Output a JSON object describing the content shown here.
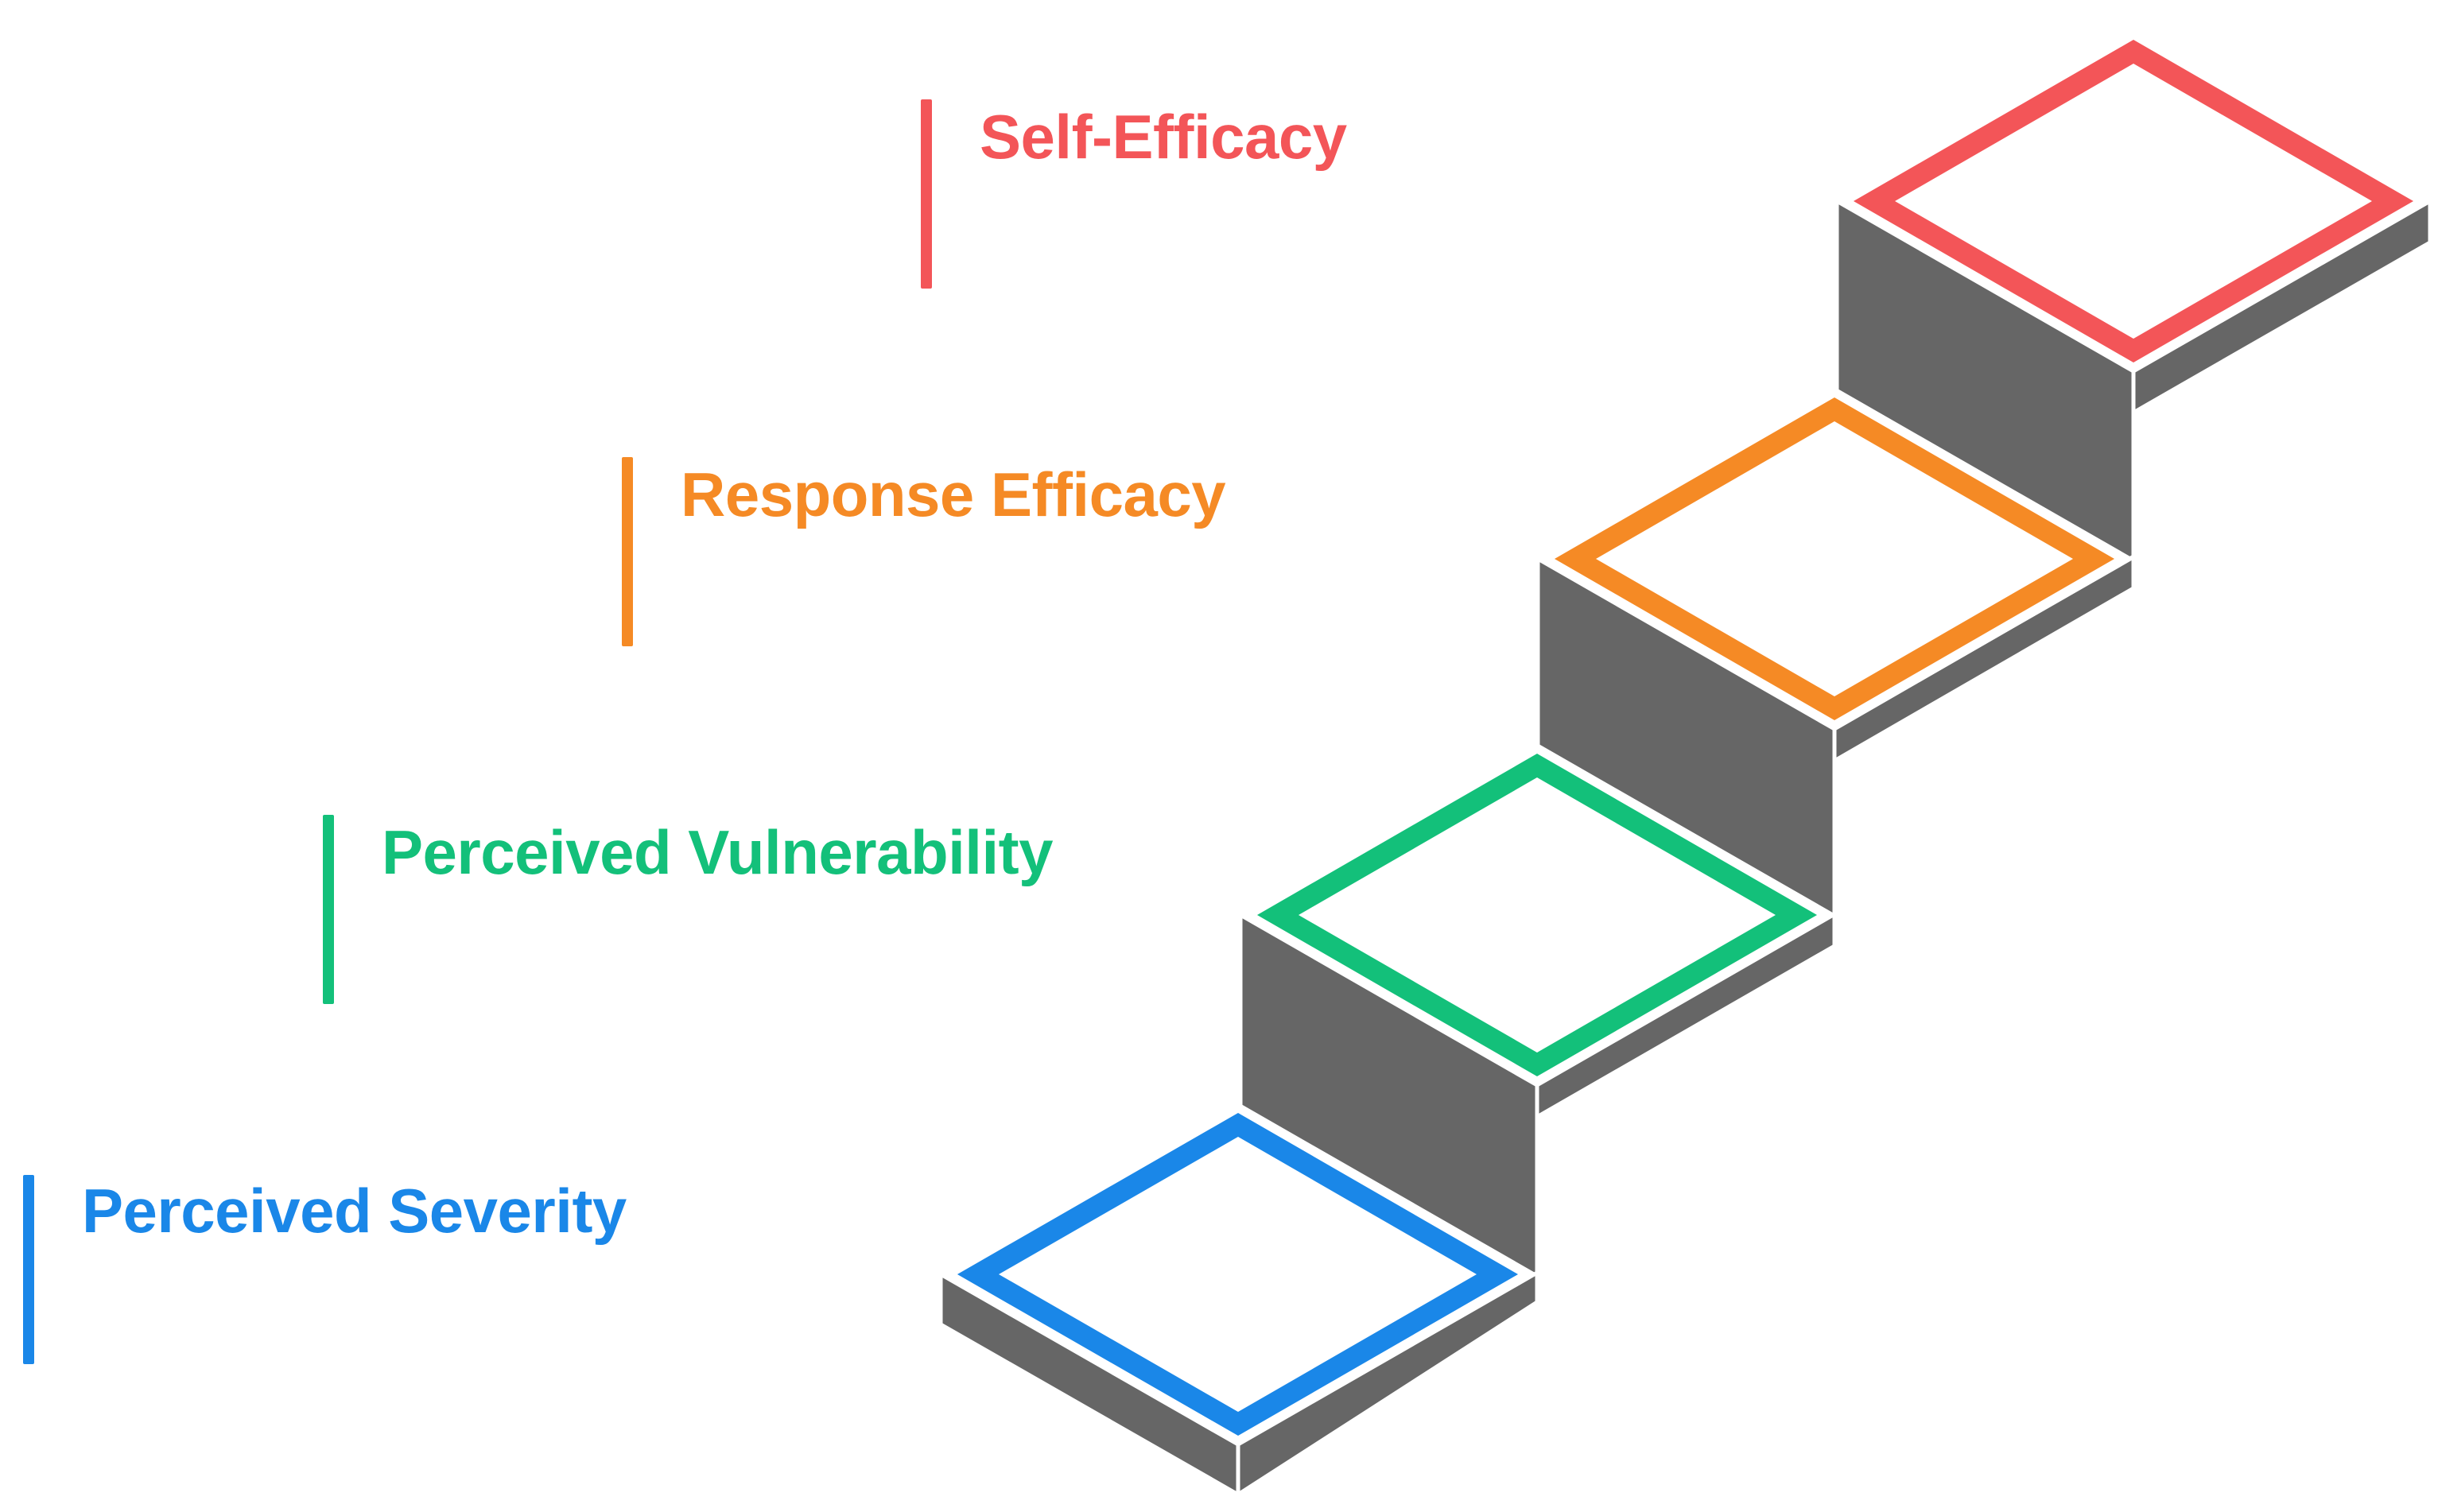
{
  "colors": {
    "step_side": "#666666",
    "step_edge": "#ffffff",
    "step_top_fill": "#ffffff"
  },
  "steps": [
    {
      "label": "Perceived Severity",
      "color": "#1a87e8"
    },
    {
      "label": "Perceived Vulnerability",
      "color": "#13c07a"
    },
    {
      "label": "Response Efficacy",
      "color": "#f58a25"
    },
    {
      "label": "Self-Efficacy",
      "color": "#f35558"
    }
  ]
}
